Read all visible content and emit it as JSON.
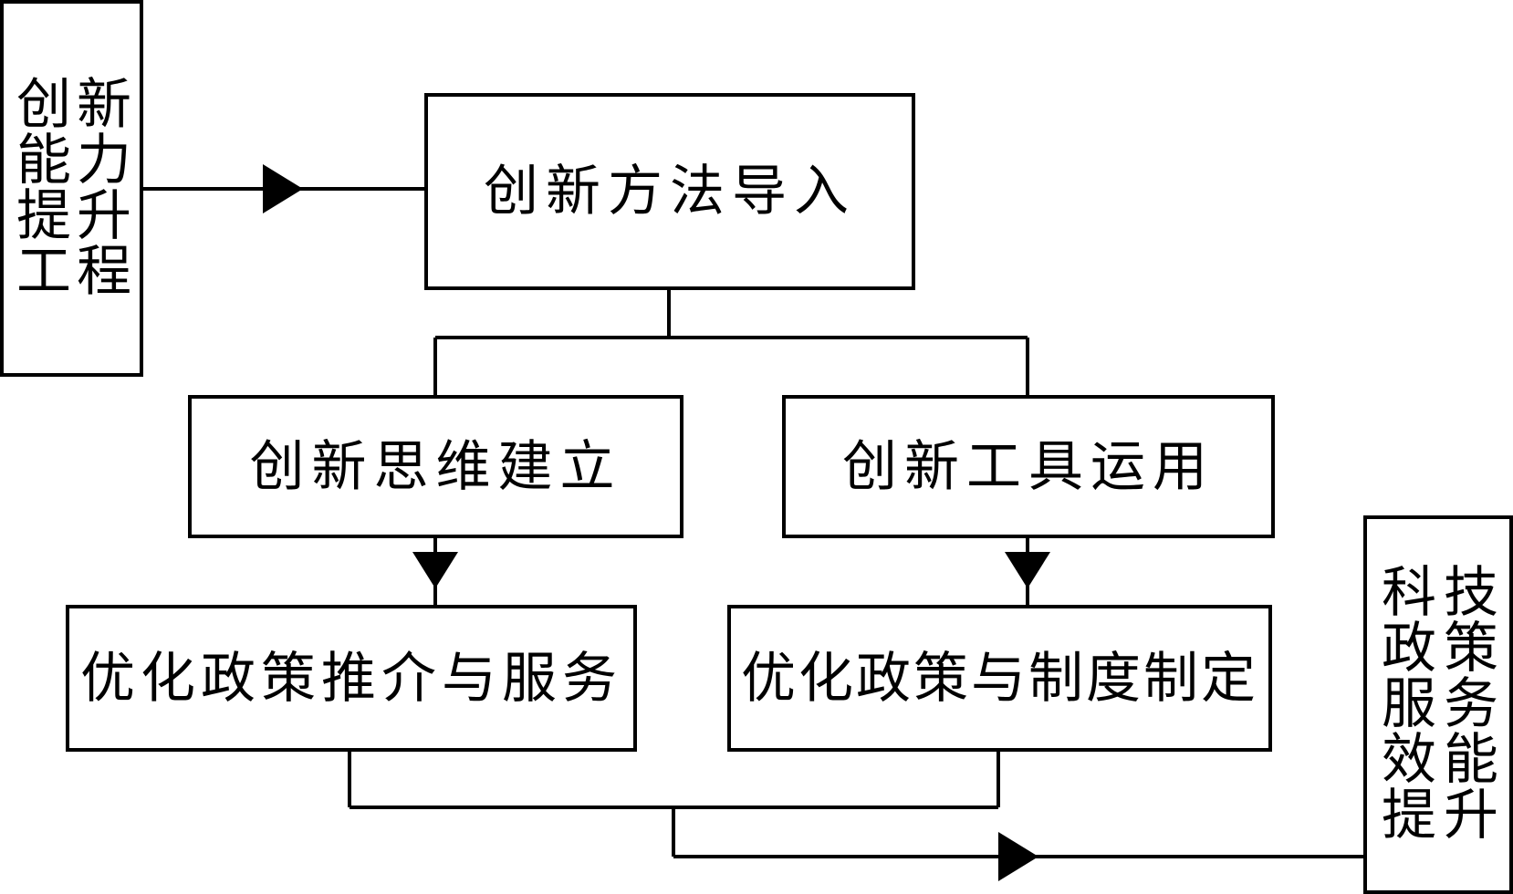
{
  "nodes": {
    "left_side": {
      "col1": [
        "创",
        "能",
        "提",
        "工"
      ],
      "col2": [
        "新",
        "力",
        "升",
        "程"
      ]
    },
    "top": {
      "label": "创新方法导入"
    },
    "mid_left": {
      "label": "创新思维建立"
    },
    "mid_right": {
      "label": "创新工具运用"
    },
    "bottom_left": {
      "label": "优化政策推介与服务"
    },
    "bottom_right": {
      "label": "优化政策与制度制定"
    },
    "right_side": {
      "col1": [
        "科",
        "政",
        "服",
        "效",
        "提"
      ],
      "col2": [
        "技",
        "策",
        "务",
        "能",
        "升"
      ]
    }
  }
}
